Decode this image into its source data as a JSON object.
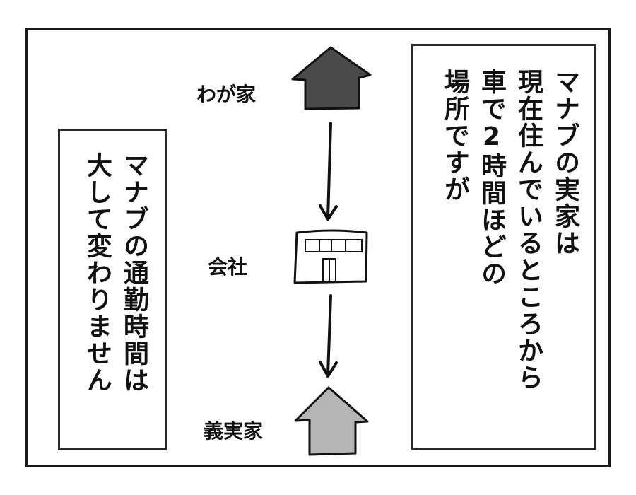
{
  "panel": {
    "right_caption": [
      "マナブの実家は",
      "現在住んでいるところから",
      "車で2時間ほどの",
      "場所ですが"
    ],
    "left_caption": [
      "マナブの通勤時間は",
      "大して変わりません"
    ],
    "labels": {
      "home": "わが家",
      "office": "会社",
      "in_laws": "義実家"
    },
    "colors": {
      "home_fill": "#4a4a4a",
      "in_laws_fill": "#b5b5b5"
    },
    "icons": [
      "house-icon-dark",
      "office-building-icon",
      "house-icon-gray",
      "arrow-down-icon",
      "arrow-down-icon"
    ]
  }
}
